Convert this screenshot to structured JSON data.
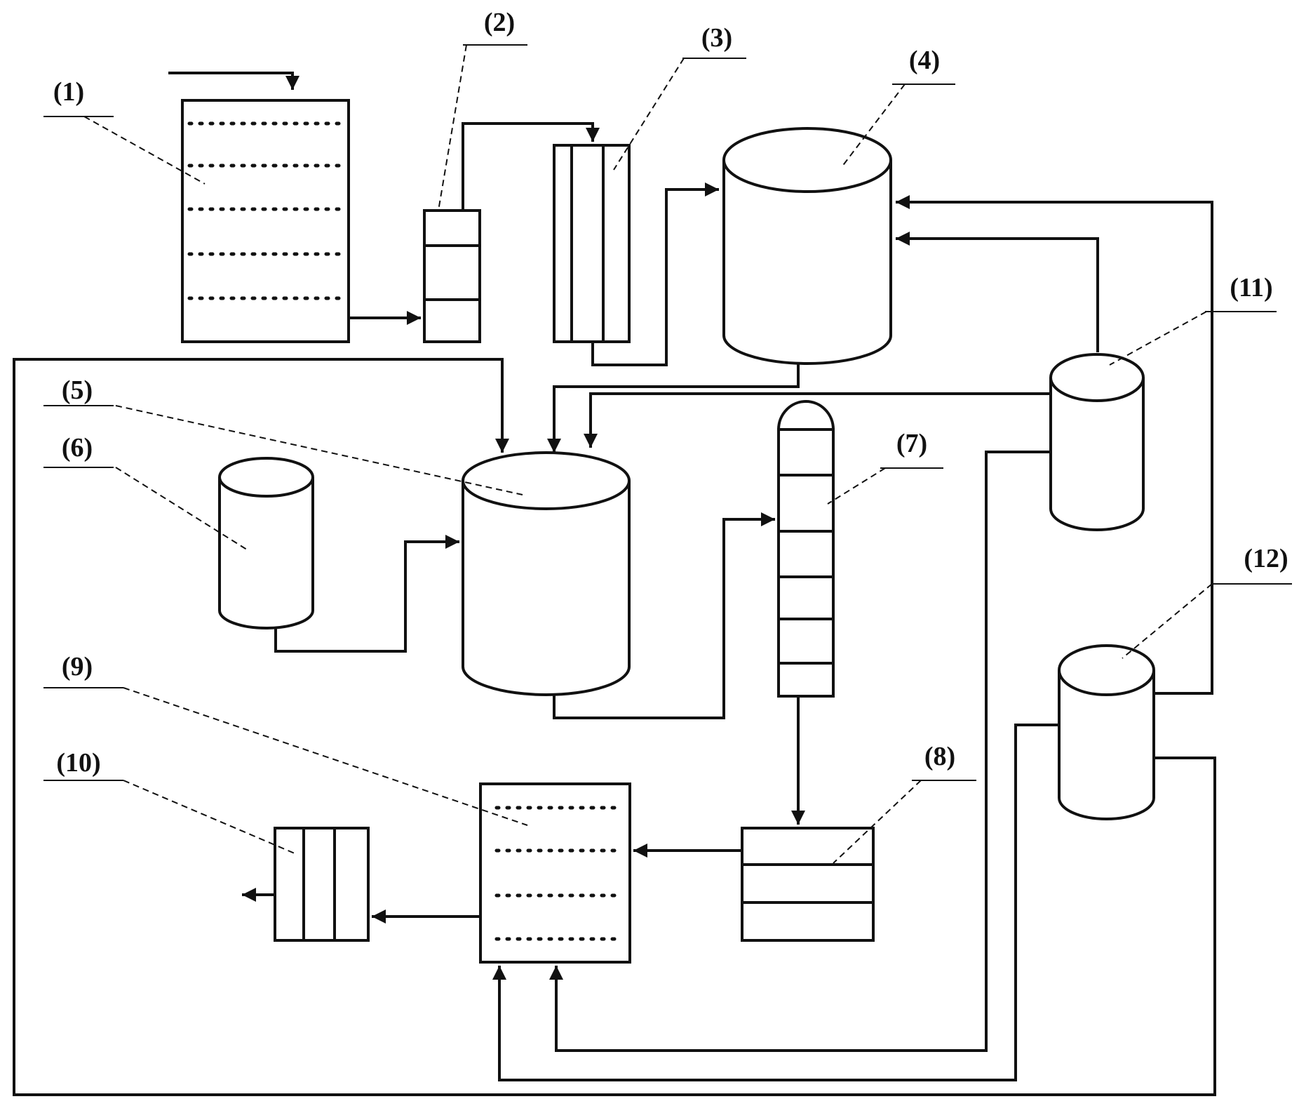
{
  "labels": {
    "l1": "(1)",
    "l2": "(2)",
    "l3": "(3)",
    "l4": "(4)",
    "l5": "(5)",
    "l6": "(6)",
    "l7": "(7)",
    "l8": "(8)",
    "l9": "(9)",
    "l10": "(10)",
    "l11": "(11)",
    "l12": "(12)"
  }
}
